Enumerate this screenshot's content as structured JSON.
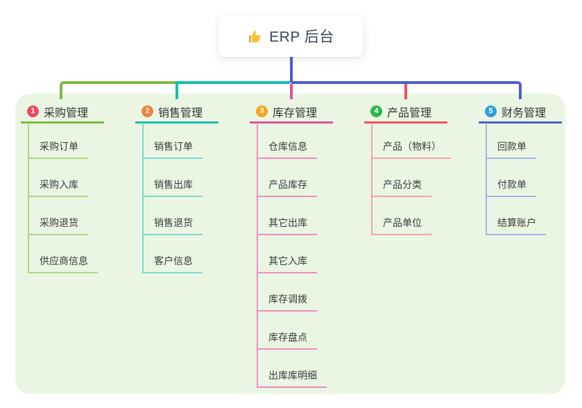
{
  "root": {
    "title": "ERP 后台",
    "icon": "thumbs-up-icon"
  },
  "canvas": {
    "background": "#ffffff",
    "panel_background": "#eaf6e3"
  },
  "connectors": {
    "stem_color": "#4a5ecd",
    "left_segment_color": "#7cba3d",
    "mid_segment_color": "#12bfb0",
    "right_segment_color": "#4a5ecd"
  },
  "branches": [
    {
      "badge": "1",
      "label": "采购管理",
      "badge_color": "#ec4b5f",
      "line_color": "#7cba3d",
      "child_line_color": "#acd685",
      "children": [
        "采购订单",
        "采购入库",
        "采购退货",
        "供应商信息"
      ]
    },
    {
      "badge": "2",
      "label": "销售管理",
      "badge_color": "#f08138",
      "line_color": "#12bfb0",
      "child_line_color": "#7cd9cd",
      "children": [
        "销售订单",
        "销售出库",
        "销售退货",
        "客户信息"
      ]
    },
    {
      "badge": "3",
      "label": "库存管理",
      "badge_color": "#f6a51f",
      "line_color": "#e0519e",
      "child_line_color": "#f08cc0",
      "children": [
        "仓库信息",
        "产品库存",
        "其它出库",
        "其它入库",
        "库存调拨",
        "库存盘点",
        "出库库明细"
      ]
    },
    {
      "badge": "4",
      "label": "产品管理",
      "badge_color": "#2fb54c",
      "line_color": "#f04e5c",
      "child_line_color": "#f8a0a6",
      "children": [
        "产品（物料）",
        "产品分类",
        "产品单位"
      ]
    },
    {
      "badge": "5",
      "label": "财务管理",
      "badge_color": "#2d9fe0",
      "line_color": "#4a63d0",
      "child_line_color": "#a2b4e8",
      "children": [
        "回款单",
        "付款单",
        "结算账户"
      ]
    }
  ]
}
